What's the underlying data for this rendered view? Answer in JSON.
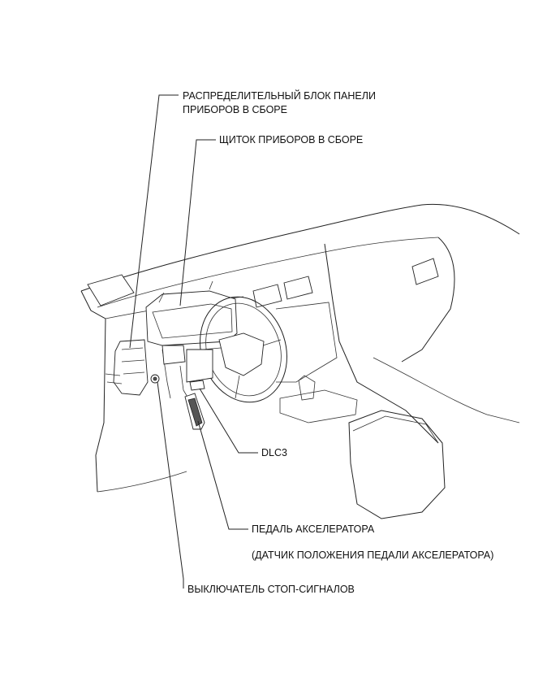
{
  "labels": {
    "junction_block": [
      "РАСПРЕДЕЛИТЕЛЬНЫЙ БЛОК ПАНЕЛИ",
      "ПРИБОРОВ В СБОРЕ"
    ],
    "combination_meter": "ЩИТОК ПРИБОРОВ В СБОРЕ",
    "dlc3": "DLC3",
    "accelerator_pedal": "ПЕДАЛЬ АКСЕЛЕРАТОРА",
    "accelerator_sensor": "(ДАТЧИК ПОЛОЖЕНИЯ ПЕДАЛИ АКСЕЛЕРАТОРА)",
    "stop_light_switch": "ВЫКЛЮЧАТЕЛЬ СТОП-СИГНАЛОВ"
  }
}
